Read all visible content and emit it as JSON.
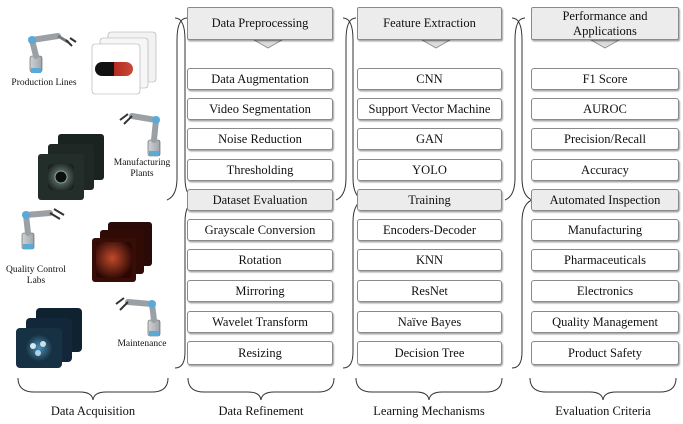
{
  "acquisition": {
    "title": "Data Acquisition",
    "sites": [
      "Production Lines",
      "Manufacturing Plants",
      "Quality Control Labs",
      "Maintenance"
    ]
  },
  "refinement": {
    "title": "Data Refinement",
    "header": "Data Preprocessing",
    "group_a": [
      "Data Augmentation",
      "Video Segmentation",
      "Noise Reduction",
      "Thresholding"
    ],
    "subheader": "Dataset Evaluation",
    "group_b": [
      "Grayscale Conversion",
      "Rotation",
      "Mirroring",
      "Wavelet Transform",
      "Resizing"
    ]
  },
  "learning": {
    "title": "Learning Mechanisms",
    "header": "Feature Extraction",
    "group_a": [
      "CNN",
      "Support Vector Machine",
      "GAN",
      "YOLO"
    ],
    "subheader": "Training",
    "group_b": [
      "Encoders-Decoder",
      "KNN",
      "ResNet",
      "Naïve Bayes",
      "Decision Tree"
    ]
  },
  "evaluation": {
    "title": "Evaluation Criteria",
    "header": "Performance and Applications",
    "group_a": [
      "F1 Score",
      "AUROC",
      "Precision/Recall",
      "Accuracy"
    ],
    "subheader": "Automated Inspection",
    "group_b": [
      "Manufacturing",
      "Pharmaceuticals",
      "Electronics",
      "Quality Management",
      "Product Safety"
    ]
  }
}
